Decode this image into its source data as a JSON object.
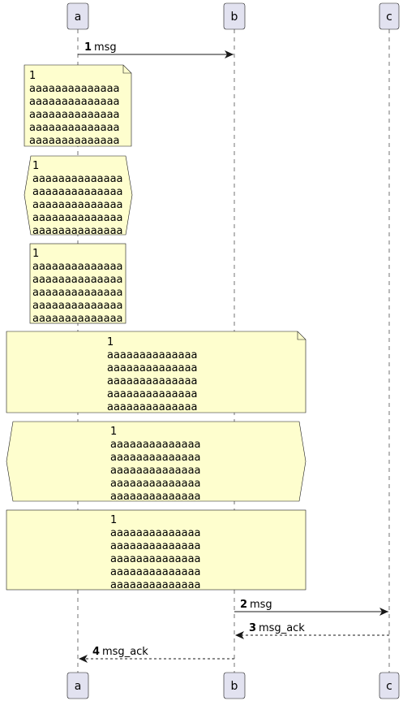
{
  "colors": {
    "participant_fill": "#e2e2f0",
    "participant_stroke": "#181818",
    "note_fill": "#fefece",
    "note_stroke": "#181818",
    "lifeline": "#181818",
    "arrow": "#181818"
  },
  "participants": [
    {
      "id": "a",
      "label": "a"
    },
    {
      "id": "b",
      "label": "b"
    },
    {
      "id": "c",
      "label": "c"
    }
  ],
  "messages": [
    {
      "num": "1",
      "label": "msg",
      "from": "a",
      "to": "b",
      "dashed": false
    },
    {
      "num": "2",
      "label": "msg",
      "from": "b",
      "to": "c",
      "dashed": false
    },
    {
      "num": "3",
      "label": "msg_ack",
      "from": "c",
      "to": "b",
      "dashed": true
    },
    {
      "num": "4",
      "label": "msg_ack",
      "from": "b",
      "to": "a",
      "dashed": true
    }
  ],
  "notes": [
    {
      "shape": "note",
      "span": "a",
      "lines": [
        "1",
        "aaaaaaaaaaaaaa",
        "aaaaaaaaaaaaaa",
        "aaaaaaaaaaaaaa",
        "aaaaaaaaaaaaaa",
        "aaaaaaaaaaaaaa"
      ]
    },
    {
      "shape": "hexagon",
      "span": "a",
      "lines": [
        "1",
        "aaaaaaaaaaaaaa",
        "aaaaaaaaaaaaaa",
        "aaaaaaaaaaaaaa",
        "aaaaaaaaaaaaaa",
        "aaaaaaaaaaaaaa"
      ]
    },
    {
      "shape": "rectangle",
      "span": "a",
      "lines": [
        "1",
        "aaaaaaaaaaaaaa",
        "aaaaaaaaaaaaaa",
        "aaaaaaaaaaaaaa",
        "aaaaaaaaaaaaaa",
        "aaaaaaaaaaaaaa"
      ]
    },
    {
      "shape": "note",
      "span": "a-b",
      "lines": [
        "1",
        "aaaaaaaaaaaaaa",
        "aaaaaaaaaaaaaa",
        "aaaaaaaaaaaaaa",
        "aaaaaaaaaaaaaa",
        "aaaaaaaaaaaaaa"
      ]
    },
    {
      "shape": "hexagon",
      "span": "a-b",
      "lines": [
        "1",
        "aaaaaaaaaaaaaa",
        "aaaaaaaaaaaaaa",
        "aaaaaaaaaaaaaa",
        "aaaaaaaaaaaaaa",
        "aaaaaaaaaaaaaa"
      ]
    },
    {
      "shape": "rectangle",
      "span": "a-b",
      "lines": [
        "1",
        "aaaaaaaaaaaaaa",
        "aaaaaaaaaaaaaa",
        "aaaaaaaaaaaaaa",
        "aaaaaaaaaaaaaa",
        "aaaaaaaaaaaaaa"
      ]
    }
  ]
}
